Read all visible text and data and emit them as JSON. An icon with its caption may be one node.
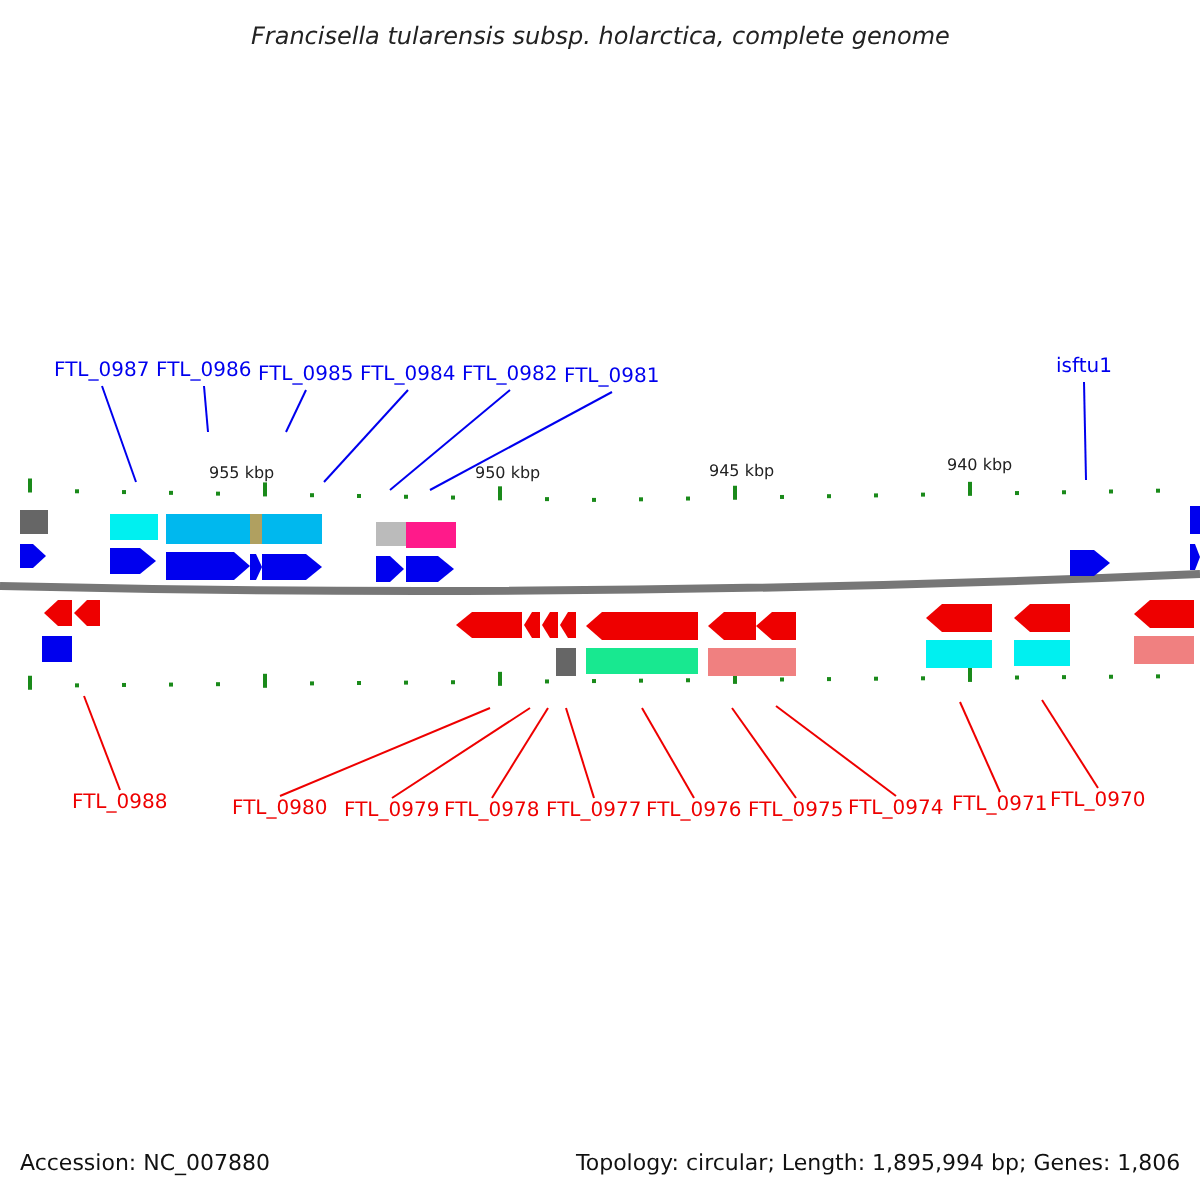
{
  "diagram": {
    "title": "Francisella tularensis subsp. holarctica, complete genome",
    "nodes": [
      {
        "text": [
          "FTL_0987"
        ]
      },
      {
        "text": [
          "FTL_0986"
        ]
      },
      {
        "text": [
          "FTL_0985"
        ]
      },
      {
        "text": [
          "FTL_0984"
        ]
      },
      {
        "text": [
          "FTL_0982"
        ]
      },
      {
        "text": [
          "FTL_0981"
        ]
      },
      {
        "text": [
          "isftu1"
        ]
      },
      {
        "text": [
          "FTL_0988"
        ]
      },
      {
        "text": [
          "FTL_0980"
        ]
      },
      {
        "text": [
          "FTL_0979"
        ]
      },
      {
        "text": [
          "FTL_0978"
        ]
      },
      {
        "text": [
          "FTL_0977"
        ]
      },
      {
        "text": [
          "FTL_0976"
        ]
      },
      {
        "text": [
          "FTL_0975"
        ]
      },
      {
        "text": [
          "FTL_0974"
        ]
      },
      {
        "text": [
          "FTL_0971"
        ]
      },
      {
        "text": [
          "FTL_0970"
        ]
      }
    ],
    "edges": [
      {
        "from": 0,
        "to": null,
        "arrow": "none",
        "color": "#0000ee"
      },
      {
        "from": 1,
        "to": null,
        "arrow": "none",
        "color": "#0000ee"
      },
      {
        "from": 2,
        "to": null,
        "arrow": "none",
        "color": "#0000ee"
      },
      {
        "from": 3,
        "to": null,
        "arrow": "none",
        "color": "#0000ee"
      },
      {
        "from": 4,
        "to": null,
        "arrow": "none",
        "color": "#0000ee"
      },
      {
        "from": 5,
        "to": null,
        "arrow": "none",
        "color": "#0000ee"
      },
      {
        "from": 6,
        "to": null,
        "arrow": "none",
        "color": "#0000ee"
      },
      {
        "from": 7,
        "to": null,
        "arrow": "none"
      },
      {
        "from": 8,
        "to": null,
        "arrow": "none"
      },
      {
        "from": 9,
        "to": null,
        "arrow": "none"
      },
      {
        "from": 10,
        "to": null,
        "arrow": "none"
      },
      {
        "from": 11,
        "to": null,
        "arrow": "none"
      },
      {
        "from": 12,
        "to": null,
        "arrow": "none"
      },
      {
        "from": 13,
        "to": null,
        "arrow": "none"
      },
      {
        "from": 14,
        "to": null,
        "arrow": "none"
      },
      {
        "from": 15,
        "to": null,
        "arrow": "none"
      },
      {
        "from": 16,
        "to": null,
        "arrow": "none"
      }
    ],
    "labels": [
      "955 kbp",
      "950 kbp",
      "945 kbp",
      "940 kbp",
      "Accession: NC_007880",
      "Topology: circular; Length: 1,895,994 bp; Genes: 1,806"
    ]
  }
}
